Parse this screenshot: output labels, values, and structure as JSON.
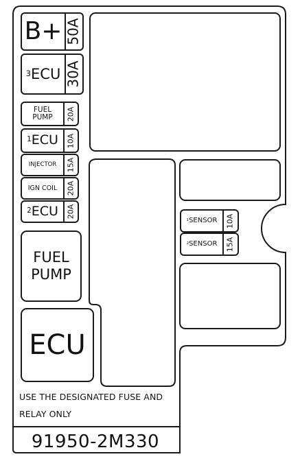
{
  "fuses": {
    "b_plus": {
      "name": "B+",
      "amp": "50A"
    },
    "ecu3": {
      "num": "3",
      "name": "ECU",
      "amp": "30A"
    },
    "fuel_pump": {
      "name_line1": "FUEL",
      "name_line2": "PUMP",
      "amp": "20A"
    },
    "ecu1": {
      "num": "1",
      "name": "ECU",
      "amp": "10A"
    },
    "injector": {
      "name": "INJECTOR",
      "amp": "15A"
    },
    "ign_coil": {
      "name": "IGN COIL",
      "amp": "20A"
    },
    "ecu2": {
      "num": "2",
      "name": "ECU",
      "amp": "20A"
    },
    "sensor1": {
      "num": "1",
      "name": "SENSOR",
      "amp": "10A"
    },
    "sensor2": {
      "num": "2",
      "name": "SENSOR",
      "amp": "15A"
    }
  },
  "relays": {
    "fuel_pump": {
      "line1": "FUEL",
      "line2": "PUMP"
    },
    "ecu": {
      "label": "ECU"
    }
  },
  "notice": {
    "line1": "USE THE DESIGNATED FUSE AND",
    "line2": "RELAY ONLY"
  },
  "part_number": "91950-2M330"
}
